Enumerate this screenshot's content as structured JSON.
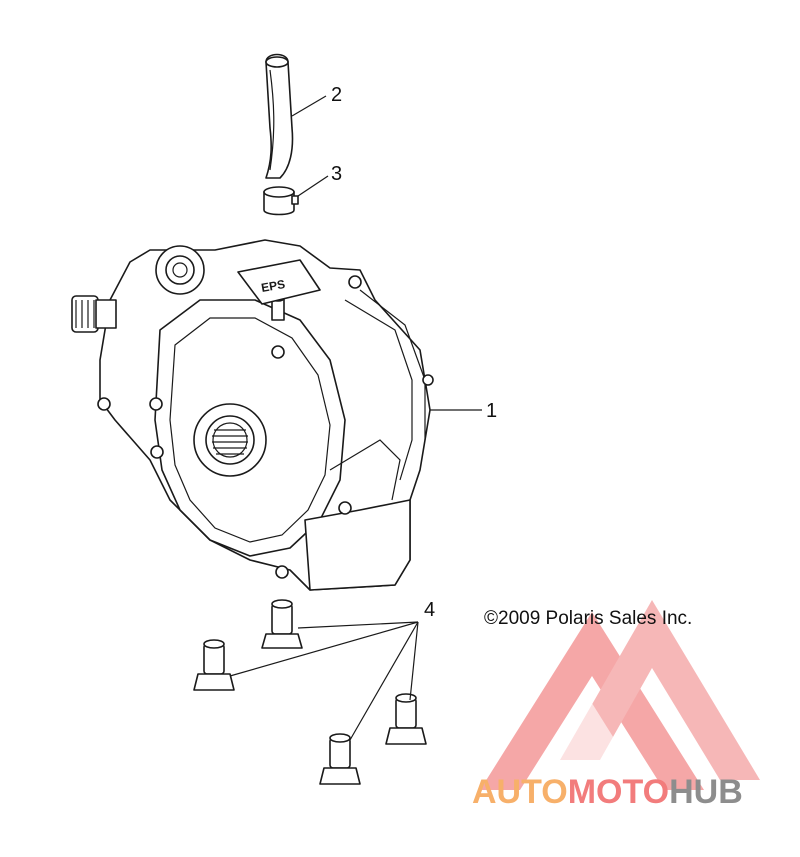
{
  "callouts": {
    "c1": "1",
    "c2": "2",
    "c3": "3",
    "c4": "4"
  },
  "copyright": "©2009 Polaris Sales Inc.",
  "watermark": {
    "part_auto": "AUTO",
    "part_moto": "MOTO",
    "part_hub": "HUB",
    "colors": {
      "auto": "#f7b06a",
      "moto": "#f27c7c",
      "hub": "#8d8d8d",
      "logo": "#f28a8a"
    }
  },
  "label_plate": "EPS"
}
